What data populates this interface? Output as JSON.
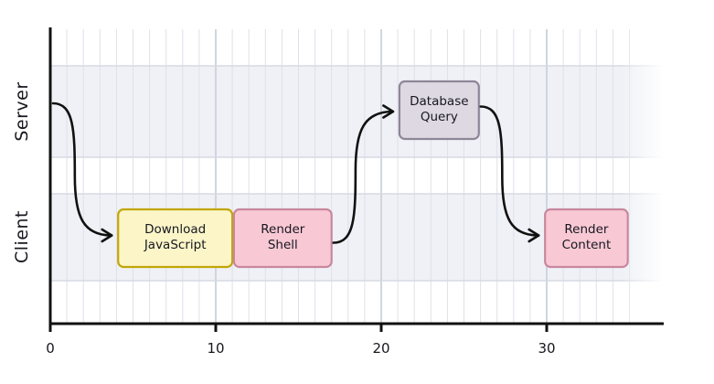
{
  "chart_data": {
    "type": "timeline",
    "style": "hand-drawn-xkcd",
    "title": "",
    "x_axis": {
      "tick_labels": [
        "0",
        "10",
        "20",
        "30"
      ],
      "tick_values": [
        0,
        10,
        20,
        30
      ],
      "min": 0,
      "max": 37,
      "minor_grid_step": 1,
      "major_grid_step": 10
    },
    "lanes": [
      {
        "label": "Server"
      },
      {
        "label": "Client"
      }
    ],
    "tasks": [
      {
        "label": "Download JavaScript",
        "label_lines": [
          "Download",
          "JavaScript"
        ],
        "lane": "Client",
        "start": 4.1,
        "end": 11.0,
        "fill": "#fbf5c8",
        "border": "#c2a606"
      },
      {
        "label": "Render Shell",
        "label_lines": [
          "Render",
          "Shell"
        ],
        "lane": "Client",
        "start": 11.1,
        "end": 17.0,
        "fill": "#f8c9d5",
        "border": "#c9879e"
      },
      {
        "label": "Database Query",
        "label_lines": [
          "Database",
          "Query"
        ],
        "lane": "Server",
        "start": 21.1,
        "end": 25.9,
        "fill": "#ded8e2",
        "border": "#8e8698"
      },
      {
        "label": "Render Content",
        "label_lines": [
          "Render",
          "Content"
        ],
        "lane": "Client",
        "start": 29.9,
        "end": 34.9,
        "fill": "#f8c9d5",
        "border": "#c9879e"
      }
    ],
    "arrows": [
      {
        "from": "start",
        "to": "Download JavaScript"
      },
      {
        "from": "Render Shell",
        "to": "Database Query"
      },
      {
        "from": "Database Query",
        "to": "Render Content"
      }
    ],
    "colors": {
      "background": "#ffffff",
      "band": "#eff1f6",
      "minor_grid": "#dde1e9",
      "major_grid": "#d0d5df",
      "lane_edge": "#d6dae2",
      "axis": "#111111",
      "arrow": "#111111",
      "text": "#17171f"
    }
  }
}
